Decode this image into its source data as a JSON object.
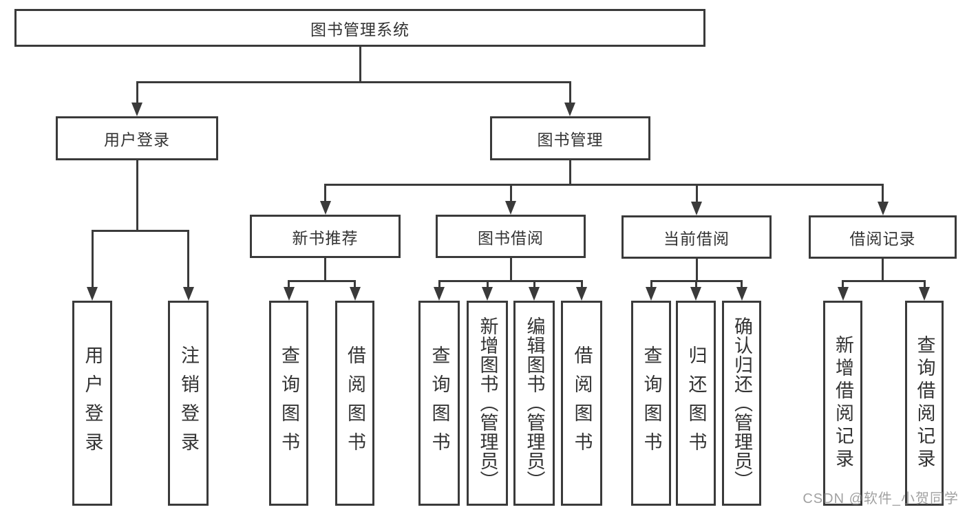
{
  "diagram": {
    "title": "图书管理系统",
    "tree": {
      "root": {
        "label": "图书管理系统"
      },
      "branches": [
        {
          "label": "用户登录",
          "leaves": [
            {
              "label": "用户登录"
            },
            {
              "label": "注销登录"
            }
          ]
        },
        {
          "label": "图书管理",
          "groups": [
            {
              "label": "新书推荐",
              "leaves": [
                {
                  "label": "查询图书"
                },
                {
                  "label": "借阅图书"
                }
              ]
            },
            {
              "label": "图书借阅",
              "leaves": [
                {
                  "label": "查询图书"
                },
                {
                  "label": "新增图书（管理员）"
                },
                {
                  "label": "编辑图书（管理员）"
                },
                {
                  "label": "借阅图书"
                }
              ]
            },
            {
              "label": "当前借阅",
              "leaves": [
                {
                  "label": "查询图书"
                },
                {
                  "label": "归还图书"
                },
                {
                  "label": "确认归还（管理员）"
                }
              ]
            },
            {
              "label": "借阅记录",
              "leaves": [
                {
                  "label": "新增借阅记录"
                },
                {
                  "label": "查询借阅记录"
                }
              ]
            }
          ]
        }
      ]
    },
    "colors": {
      "line": "#3a3a3a",
      "box_border": "#3a3a3a",
      "text": "#333333",
      "background": "#ffffff",
      "watermark": "#828282"
    }
  },
  "watermark": {
    "text": "CSDN @软件_小贺同学"
  }
}
